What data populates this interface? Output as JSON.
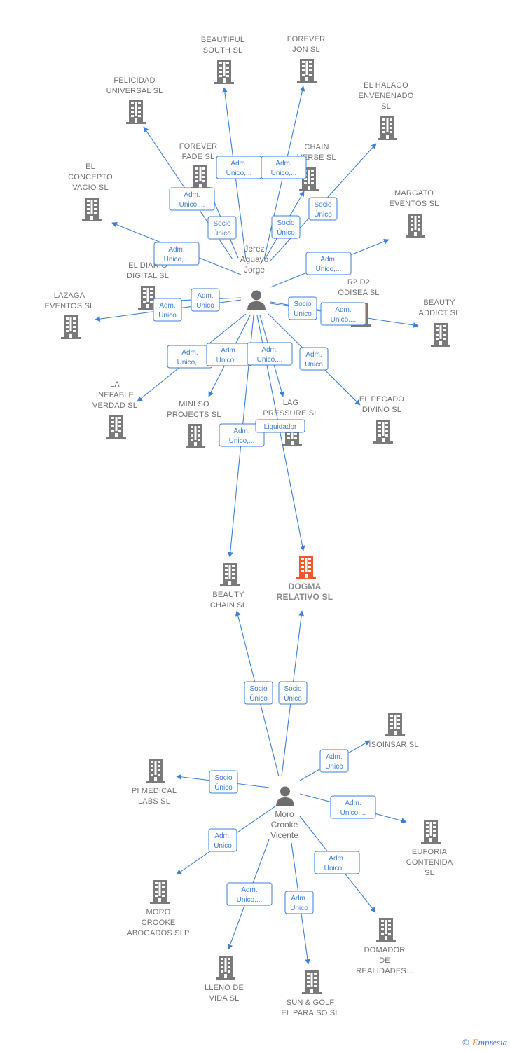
{
  "colors": {
    "edge": "#3d7fd6",
    "company": "#7a7a7a",
    "focus": "#f0572a",
    "person": "#6e6e6e"
  },
  "persons": [
    {
      "id": "jerez",
      "lines": [
        "Jerez",
        "Aguayo",
        "Jorge"
      ]
    },
    {
      "id": "moro",
      "lines": [
        "Moro",
        "Crooke",
        "Vicente"
      ]
    }
  ],
  "companies": [
    {
      "id": "beautiful_south",
      "lines": [
        "BEAUTIFUL",
        "SOUTH  SL"
      ]
    },
    {
      "id": "forever_jon",
      "lines": [
        "FOREVER",
        "JON  SL"
      ]
    },
    {
      "id": "felicidad",
      "lines": [
        "FELICIDAD",
        "UNIVERSAL  SL"
      ]
    },
    {
      "id": "el_halago",
      "lines": [
        "EL HALAGO",
        "ENVENENADO",
        "SL"
      ]
    },
    {
      "id": "forever_fade",
      "lines": [
        "FOREVER",
        "FADE  SL"
      ]
    },
    {
      "id": "chain_verse",
      "lines": [
        "CHAIN",
        "VERSE  SL"
      ]
    },
    {
      "id": "el_concepto",
      "lines": [
        "EL",
        "CONCEPTO",
        "VACIO  SL"
      ]
    },
    {
      "id": "margato",
      "lines": [
        "MARGATO",
        "EVENTOS  SL"
      ]
    },
    {
      "id": "el_diario",
      "lines": [
        "EL DIARIO",
        "DIGITAL  SL"
      ]
    },
    {
      "id": "r2d2",
      "lines": [
        "R2 D2",
        "ODISEA  SL"
      ]
    },
    {
      "id": "lazaga",
      "lines": [
        "LAZAGA",
        "EVENTOS  SL"
      ]
    },
    {
      "id": "beauty_addict",
      "lines": [
        "BEAUTY",
        "ADDICT  SL"
      ]
    },
    {
      "id": "la_inefable",
      "lines": [
        "LA",
        "INEFABLE",
        "VERDAD  SL"
      ]
    },
    {
      "id": "mini_so",
      "lines": [
        "MINI SO",
        "PROJECTS  SL"
      ]
    },
    {
      "id": "lag_pressure",
      "lines": [
        "LAG",
        "PRESSURE  SL"
      ]
    },
    {
      "id": "el_pecado",
      "lines": [
        "EL PECADO",
        "DIVINO  SL"
      ]
    },
    {
      "id": "beauty_chain",
      "lines": [
        "BEAUTY",
        "CHAIN  SL"
      ]
    },
    {
      "id": "dogma",
      "lines": [
        "DOGMA",
        "RELATIVO  SL"
      ],
      "focus": true
    },
    {
      "id": "isoinsar",
      "lines": [
        "ISOINSAR SL"
      ]
    },
    {
      "id": "pi_medical",
      "lines": [
        "PI MEDICAL",
        "LABS  SL"
      ]
    },
    {
      "id": "euforia",
      "lines": [
        "EUFORIA",
        "CONTENIDA",
        "SL"
      ]
    },
    {
      "id": "moro_abogados",
      "lines": [
        "MORO",
        "CROOKE",
        "ABOGADOS SLP"
      ]
    },
    {
      "id": "domador",
      "lines": [
        "DOMADOR",
        "DE",
        "REALIDADES..."
      ]
    },
    {
      "id": "lleno_vida",
      "lines": [
        "LLENO DE",
        "VIDA  SL"
      ]
    },
    {
      "id": "sun_golf",
      "lines": [
        "SUN & GOLF",
        "EL PARAISO SL"
      ]
    }
  ],
  "relations": [
    {
      "from": "jerez",
      "to": "beautiful_south",
      "badge": [
        "Adm.",
        "Unico,..."
      ]
    },
    {
      "from": "jerez",
      "to": "forever_jon",
      "badge": [
        "Adm.",
        "Unico,..."
      ]
    },
    {
      "from": "jerez",
      "to": "felicidad",
      "badge": [
        "Adm.",
        "Unico,..."
      ]
    },
    {
      "from": "jerez",
      "to": "el_halago",
      "badge": [
        "Socio",
        "Único"
      ]
    },
    {
      "from": "jerez",
      "to": "forever_fade",
      "badge": [
        "Socio",
        "Único"
      ]
    },
    {
      "from": "jerez",
      "to": "chain_verse",
      "badge": [
        "Socio",
        "Único"
      ]
    },
    {
      "from": "jerez",
      "to": "el_concepto",
      "badge": [
        "Adm.",
        "Unico,..."
      ]
    },
    {
      "from": "jerez",
      "to": "margato",
      "badge": [
        "Adm.",
        "Unico,..."
      ]
    },
    {
      "from": "jerez",
      "to": "el_diario",
      "badge": [
        "Adm.",
        "Unico"
      ]
    },
    {
      "from": "jerez",
      "to": "r2d2",
      "badge": [
        "Socio",
        "Único"
      ]
    },
    {
      "from": "jerez",
      "to": "lazaga",
      "badge": [
        "Adm.",
        "Unico"
      ]
    },
    {
      "from": "jerez",
      "to": "beauty_addict",
      "badge": [
        "Adm.",
        "Unico,..."
      ]
    },
    {
      "from": "jerez",
      "to": "la_inefable",
      "badge": [
        "Adm.",
        "Unico,..."
      ]
    },
    {
      "from": "jerez",
      "to": "mini_so",
      "badge": [
        "Adm.",
        "Unico,..."
      ]
    },
    {
      "from": "jerez",
      "to": "lag_pressure",
      "badge": [
        "Adm.",
        "Unico,..."
      ]
    },
    {
      "from": "jerez",
      "to": "el_pecado",
      "badge": [
        "Adm.",
        "Unico"
      ]
    },
    {
      "from": "jerez",
      "to": "beauty_chain",
      "badge": [
        "Adm.",
        "Unico,..."
      ]
    },
    {
      "from": "jerez",
      "to": "dogma",
      "badge": [
        "Liquidador"
      ]
    },
    {
      "from": "moro",
      "to": "beauty_chain",
      "badge": [
        "Socio",
        "Único"
      ]
    },
    {
      "from": "moro",
      "to": "dogma",
      "badge": [
        "Socio",
        "Único"
      ]
    },
    {
      "from": "moro",
      "to": "isoinsar",
      "badge": [
        "Adm.",
        "Unico"
      ]
    },
    {
      "from": "moro",
      "to": "pi_medical",
      "badge": [
        "Socio",
        "Único"
      ]
    },
    {
      "from": "moro",
      "to": "euforia",
      "badge": [
        "Adm.",
        "Unico,..."
      ]
    },
    {
      "from": "moro",
      "to": "moro_abogados",
      "badge": [
        "Adm.",
        "Unico"
      ]
    },
    {
      "from": "moro",
      "to": "domador",
      "badge": [
        "Adm.",
        "Unico,..."
      ]
    },
    {
      "from": "moro",
      "to": "lleno_vida",
      "badge": [
        "Adm.",
        "Unico,..."
      ]
    },
    {
      "from": "moro",
      "to": "sun_golf",
      "badge": [
        "Adm.",
        "Unico"
      ]
    }
  ],
  "watermark": {
    "copyright": "©",
    "brand_initial": "E",
    "brand_rest": "mpresia"
  }
}
